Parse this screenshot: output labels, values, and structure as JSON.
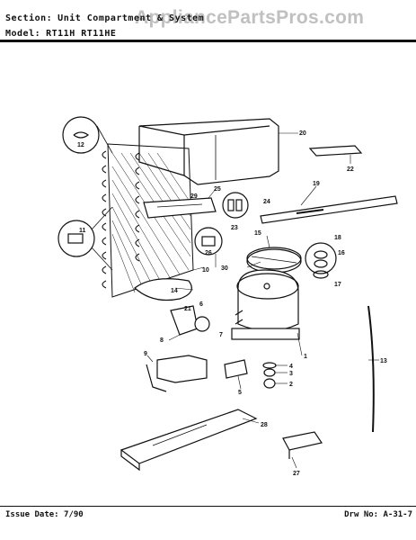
{
  "header": {
    "section_label": "Section:",
    "section_value": "Unit Compartment & System",
    "model_label": "Model:",
    "model_value": "RT11H  RT11HE",
    "watermark": "AppliancePartsPros.com"
  },
  "footer": {
    "issue_date": "Issue Date: 7/90",
    "drawing_number": "Drw No: A-31-7"
  },
  "callouts": [
    "1",
    "2",
    "3",
    "4",
    "5",
    "6",
    "7",
    "8",
    "9",
    "10",
    "11",
    "12",
    "13",
    "14",
    "15",
    "16",
    "17",
    "18",
    "19",
    "20",
    "21",
    "22",
    "23",
    "24",
    "25",
    "26",
    "27",
    "28",
    "29",
    "30"
  ],
  "colors": {
    "ink": "#111111",
    "paper": "#ffffff",
    "watermark": "#8c8c8c"
  }
}
